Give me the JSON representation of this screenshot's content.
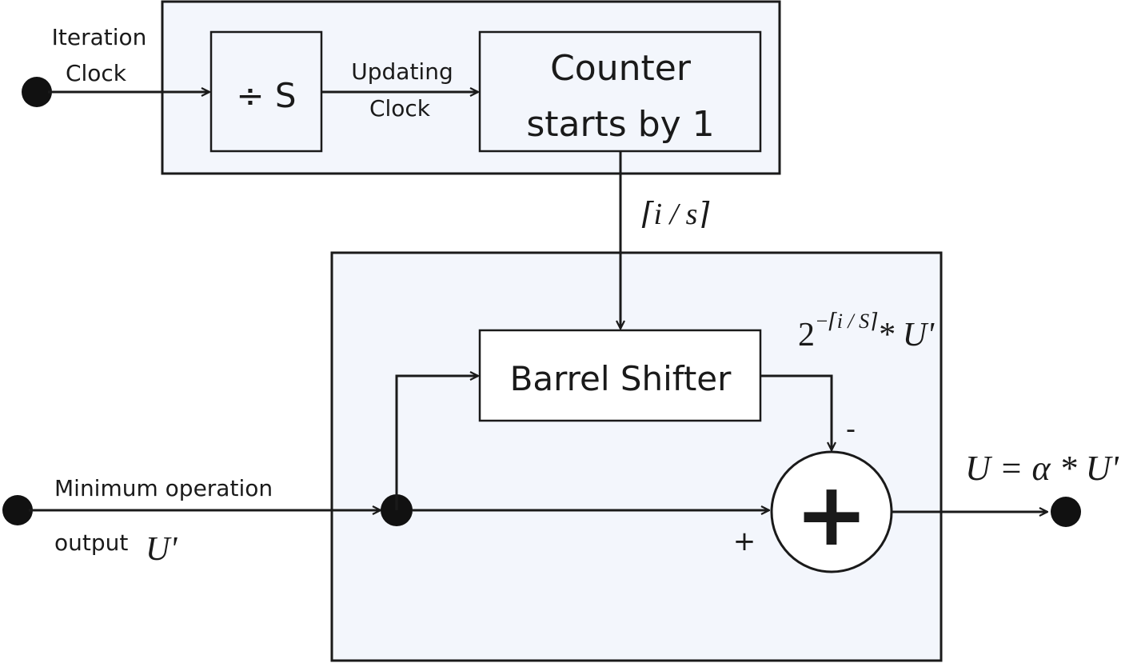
{
  "labels": {
    "iteration_clock": [
      "Iteration",
      "Clock"
    ],
    "divide_block": "÷ S",
    "updating_clock": [
      "Updating",
      "Clock"
    ],
    "counter_block": [
      "Counter",
      "starts by 1"
    ],
    "shift_amount": "⌈i / s⌉",
    "barrel_shifter": "Barrel Shifter",
    "shifter_output": {
      "base": "2",
      "exponent": "−⌈i / S⌉",
      "rest": "* U'"
    },
    "minus_sign": "-",
    "plus_sign": "+",
    "adder_symbol": "+",
    "result": "U = α * U'",
    "minimum_input": [
      "Minimum operation",
      "output"
    ],
    "minimum_input_symbol": "U'"
  },
  "colors": {
    "block_fill": "#f3f6fc",
    "stroke": "#1a1a1a",
    "inner_block_fill": "#ffffff"
  }
}
